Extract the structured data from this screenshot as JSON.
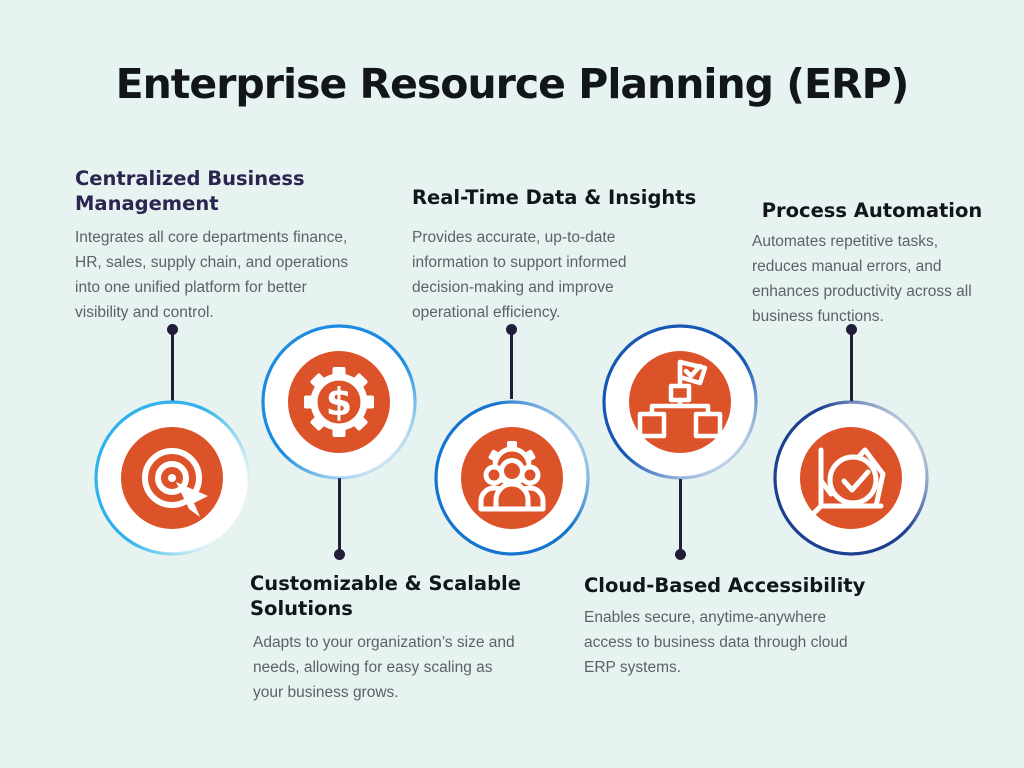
{
  "title": "Enterprise Resource Planning (ERP)",
  "colors": {
    "background": "#e6f3f1",
    "accent": "#dd5329",
    "connector": "#221e3a",
    "body_text": "#5b6265",
    "heading_default": "#12161a",
    "heading_first": "#2c2550"
  },
  "items": [
    {
      "title": "Centralized Business Management",
      "description": "Integrates all core departments finance, HR, sales, supply chain, and operations into one unified platform for better visibility and control.",
      "icon": "target-arrow-icon",
      "ring_color": "#2fb2ec",
      "text_position": "top"
    },
    {
      "title": "Customizable & Scalable Solutions",
      "description": "Adapts to your organization’s size and needs, allowing for easy scaling as your business grows.",
      "icon": "gear-dollar-icon",
      "icon_glyph": "$",
      "ring_color": "#1b8ce1",
      "text_position": "bottom"
    },
    {
      "title": "Real-Time Data & Insights",
      "description": "Provides accurate, up-to-date information to support informed decision-making and improve operational efficiency.",
      "icon": "team-gear-icon",
      "ring_color": "#1474cf",
      "text_position": "top"
    },
    {
      "title": "Cloud-Based Accessibility",
      "description": "Enables secure, anytime-anywhere access to business data through cloud ERP systems.",
      "icon": "org-chart-flag-icon",
      "ring_color": "#1657b5",
      "text_position": "bottom"
    },
    {
      "title": "Process Automation",
      "description": "Automates repetitive tasks, reduces manual errors, and enhances productivity across all business functions.",
      "icon": "line-chart-check-icon",
      "ring_color": "#1c3f92",
      "text_position": "top"
    }
  ]
}
